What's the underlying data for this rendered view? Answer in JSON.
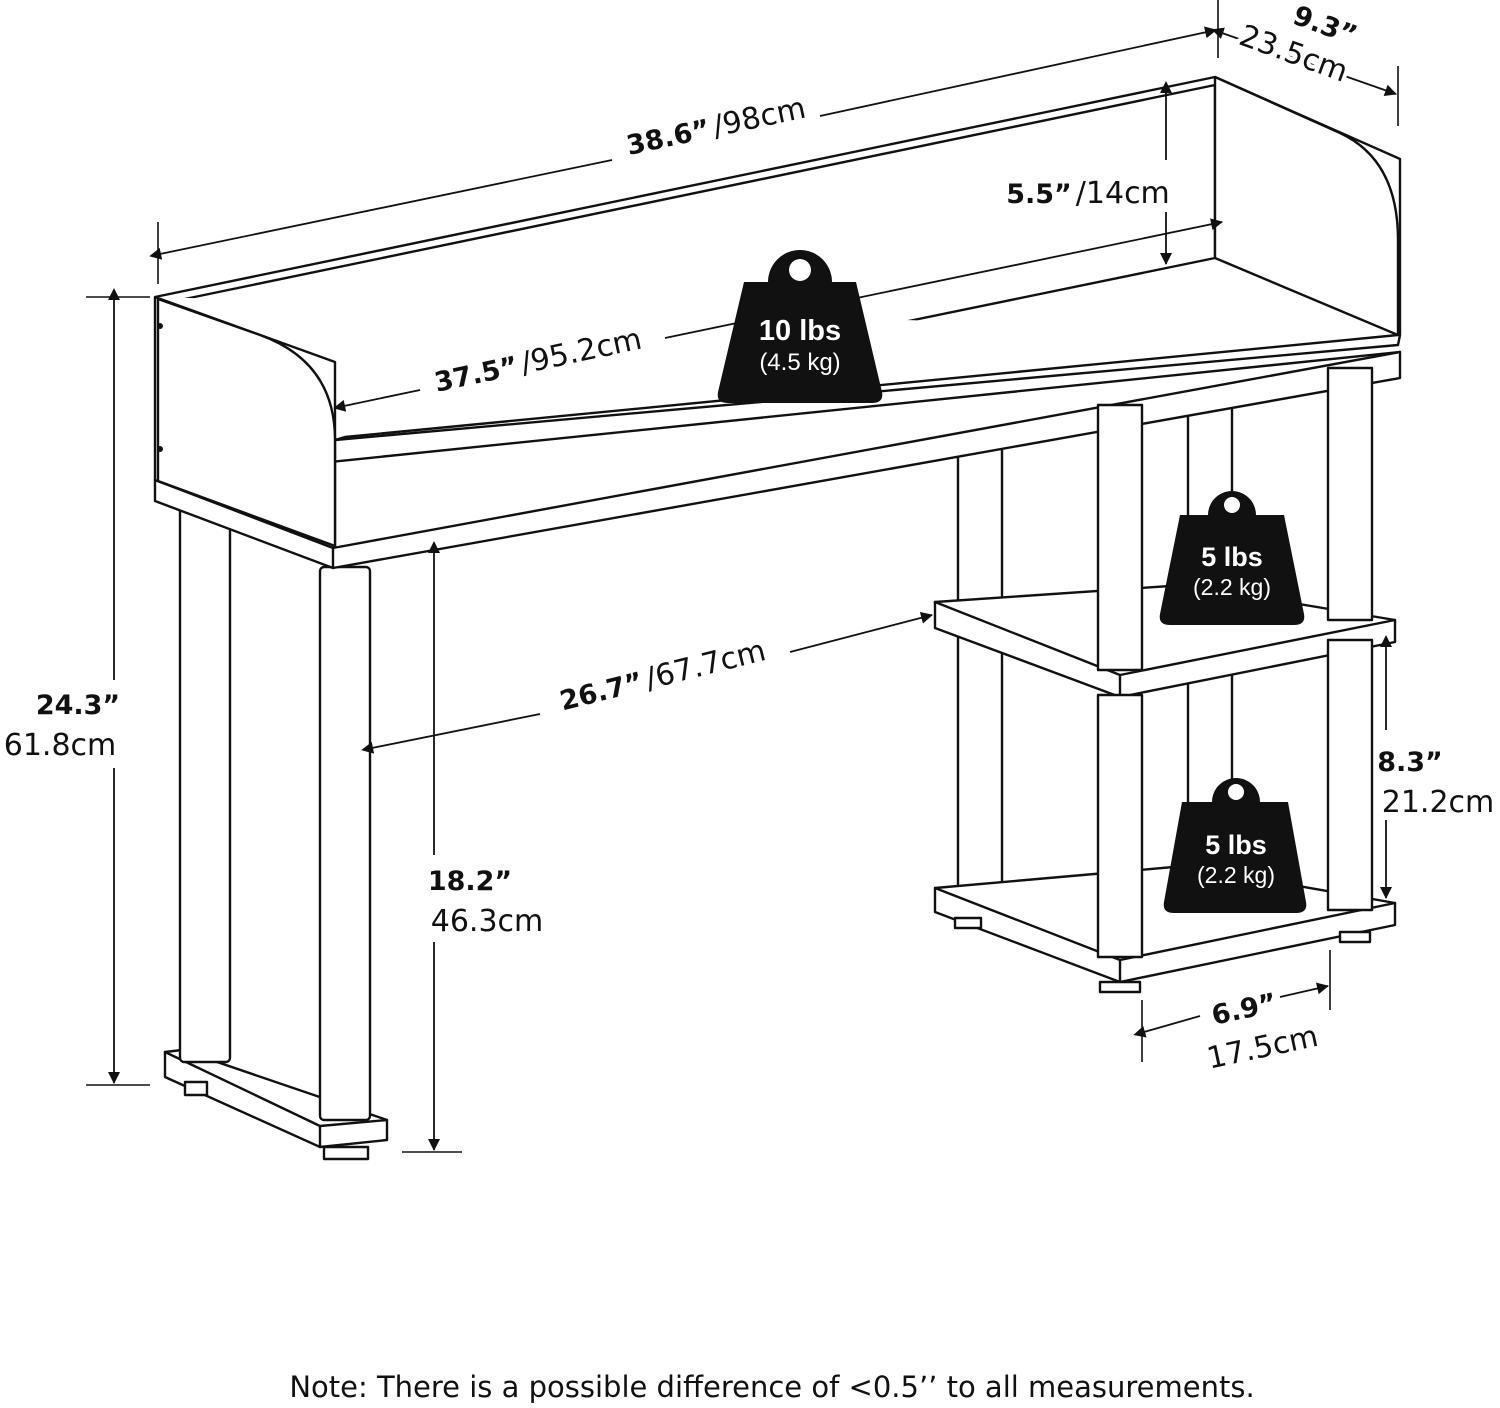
{
  "dimensions": {
    "overall_width": {
      "in": "38.6”",
      "cm": "98cm"
    },
    "depth": {
      "in": "9.3”",
      "cm": "23.5cm"
    },
    "top_inner_width": {
      "in": "37.5”",
      "cm": "95.2cm"
    },
    "back_panel_height": {
      "in": "5.5”",
      "cm": "14cm"
    },
    "overall_height": {
      "in": "24.3”",
      "cm": "61.8cm"
    },
    "leg_clearance_height": {
      "in": "18.2”",
      "cm": "46.3cm"
    },
    "knee_space_width": {
      "in": "26.7”",
      "cm": "67.7cm"
    },
    "shelf_gap_height": {
      "in": "8.3”",
      "cm": "21.2cm"
    },
    "shelf_width": {
      "in": "6.9”",
      "cm": "17.5cm"
    }
  },
  "weights": {
    "top": {
      "lbs": "10 lbs",
      "kg": "(4.5 kg)"
    },
    "shelf_upper": {
      "lbs": "5 lbs",
      "kg": "(2.2 kg)"
    },
    "shelf_lower": {
      "lbs": "5 lbs",
      "kg": "(2.2 kg)"
    }
  },
  "note": "Note: There is a possible difference of <0.5’’ to all measurements."
}
